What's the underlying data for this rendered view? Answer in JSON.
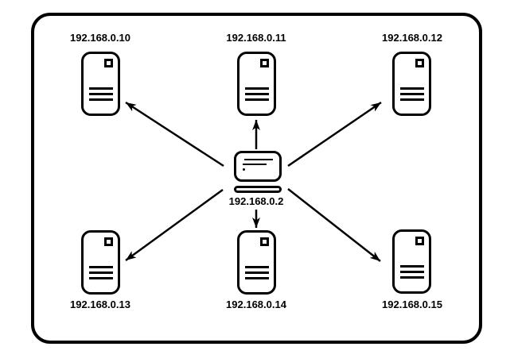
{
  "diagram": {
    "type": "network-topology",
    "background_color": "#ffffff",
    "line_color": "#000000",
    "central_node": {
      "ip": "192.168.0.2",
      "icon": "computer-icon"
    },
    "servers": [
      {
        "ip": "192.168.0.10",
        "position": "top-left",
        "icon": "server-icon"
      },
      {
        "ip": "192.168.0.11",
        "position": "top-center",
        "icon": "server-icon"
      },
      {
        "ip": "192.168.0.12",
        "position": "top-right",
        "icon": "server-icon"
      },
      {
        "ip": "192.168.0.13",
        "position": "bottom-left",
        "icon": "server-icon"
      },
      {
        "ip": "192.168.0.14",
        "position": "bottom-center",
        "icon": "server-icon"
      },
      {
        "ip": "192.168.0.15",
        "position": "bottom-right",
        "icon": "server-icon"
      }
    ],
    "connections": [
      {
        "from": "192.168.0.2",
        "to": "192.168.0.10",
        "arrowhead": "at-target"
      },
      {
        "from": "192.168.0.2",
        "to": "192.168.0.11",
        "arrowhead": "at-target"
      },
      {
        "from": "192.168.0.2",
        "to": "192.168.0.12",
        "arrowhead": "at-target"
      },
      {
        "from": "192.168.0.2",
        "to": "192.168.0.13",
        "arrowhead": "at-target"
      },
      {
        "from": "192.168.0.2",
        "to": "192.168.0.14",
        "arrowhead": "at-target"
      },
      {
        "from": "192.168.0.2",
        "to": "192.168.0.15",
        "arrowhead": "at-target"
      }
    ]
  }
}
